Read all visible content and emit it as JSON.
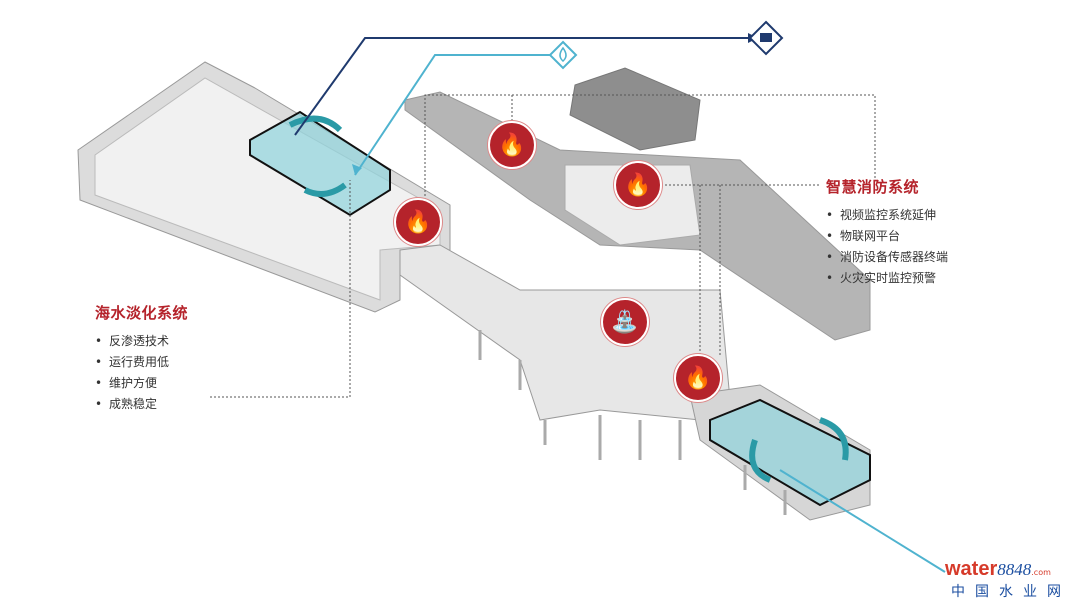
{
  "desalination": {
    "title": "海水淡化系统",
    "items": [
      "反渗透技术",
      "运行费用低",
      "维护方便",
      "成熟稳定"
    ]
  },
  "fire_system": {
    "title": "智慧消防系统",
    "items": [
      "视频监控系统延伸",
      "物联网平台",
      "消防设备传感器终端",
      "火灾实时监控预警"
    ]
  },
  "watermark": {
    "brand": "water",
    "number": "8848",
    "domain": ".com",
    "cn": "中国水业网"
  },
  "colors": {
    "accent_red": "#b5232b",
    "navy": "#1f3a6e",
    "light_blue": "#4fb3cf",
    "teal_box": "#8fd3dc"
  },
  "icons": [
    "fire-icon",
    "fire-icon",
    "fire-icon",
    "fire-icon",
    "sprinkler-icon",
    "water-drop-icon",
    "seawater-icon"
  ]
}
